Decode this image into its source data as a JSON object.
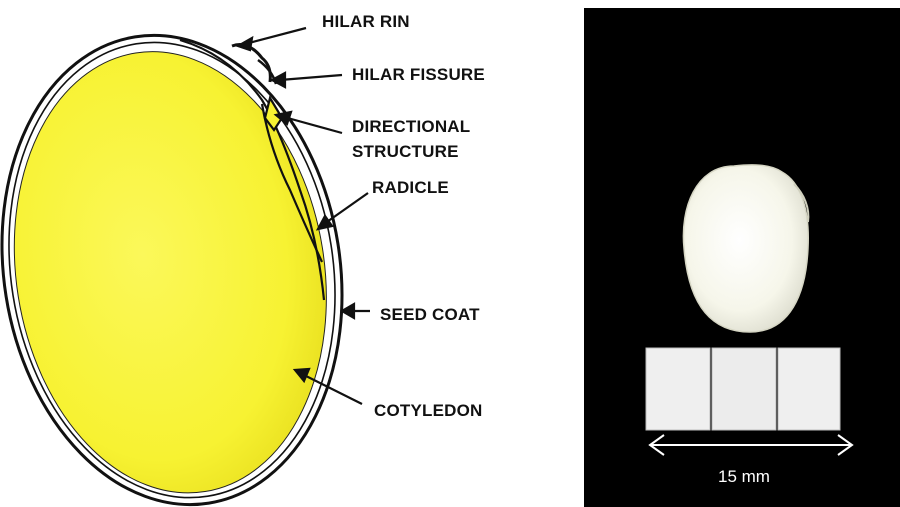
{
  "diagram": {
    "labels": {
      "hilar_rim": "HILAR RIN",
      "hilar_fissure": "HILAR FISSURE",
      "directional_line1": "DIRECTIONAL",
      "directional_line2": "STRUCTURE",
      "radicle": "RADICLE",
      "seed_coat": "SEED COAT",
      "cotyledon": "COTYLEDON"
    },
    "colors": {
      "seed_fill": "#f7f232",
      "outline": "#111111"
    }
  },
  "photo": {
    "scale_label": "15 mm",
    "colors": {
      "background": "#000000",
      "seed": "#f4f4e6",
      "scale_tile": "#ececec"
    }
  }
}
